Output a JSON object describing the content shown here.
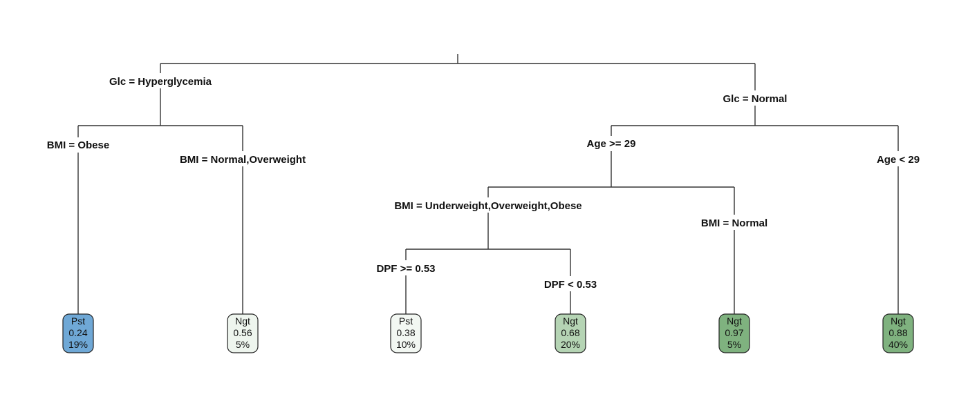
{
  "colors": {
    "pst": "#6fa8d6",
    "ngt_light": "#eef5ee",
    "ngt_medium": "#b5d4b4",
    "ngt_dark": "#7fb27f",
    "pst_light": "#f2f7f2"
  },
  "splits": {
    "glc_hyper": "Glc = Hyperglycemia",
    "glc_normal": "Glc = Normal",
    "bmi_obese": "BMI = Obese",
    "bmi_normal_overweight": "BMI = Normal,Overweight",
    "age_ge_29": "Age >= 29",
    "age_lt_29": "Age < 29",
    "bmi_under_over_obese": "BMI = Underweight,Overweight,Obese",
    "bmi_normal": "BMI = Normal",
    "dpf_ge": "DPF >= 0.53",
    "dpf_lt": "DPF < 0.53"
  },
  "leaves": [
    {
      "class": "Pst",
      "prob": "0.24",
      "pct": "19%",
      "color": "#6fa8d6"
    },
    {
      "class": "Ngt",
      "prob": "0.56",
      "pct": "5%",
      "color": "#eef5ee"
    },
    {
      "class": "Pst",
      "prob": "0.38",
      "pct": "10%",
      "color": "#f2f7f2"
    },
    {
      "class": "Ngt",
      "prob": "0.68",
      "pct": "20%",
      "color": "#b5d4b4"
    },
    {
      "class": "Ngt",
      "prob": "0.97",
      "pct": "5%",
      "color": "#7fb27f"
    },
    {
      "class": "Ngt",
      "prob": "0.88",
      "pct": "40%",
      "color": "#7fb27f"
    }
  ]
}
